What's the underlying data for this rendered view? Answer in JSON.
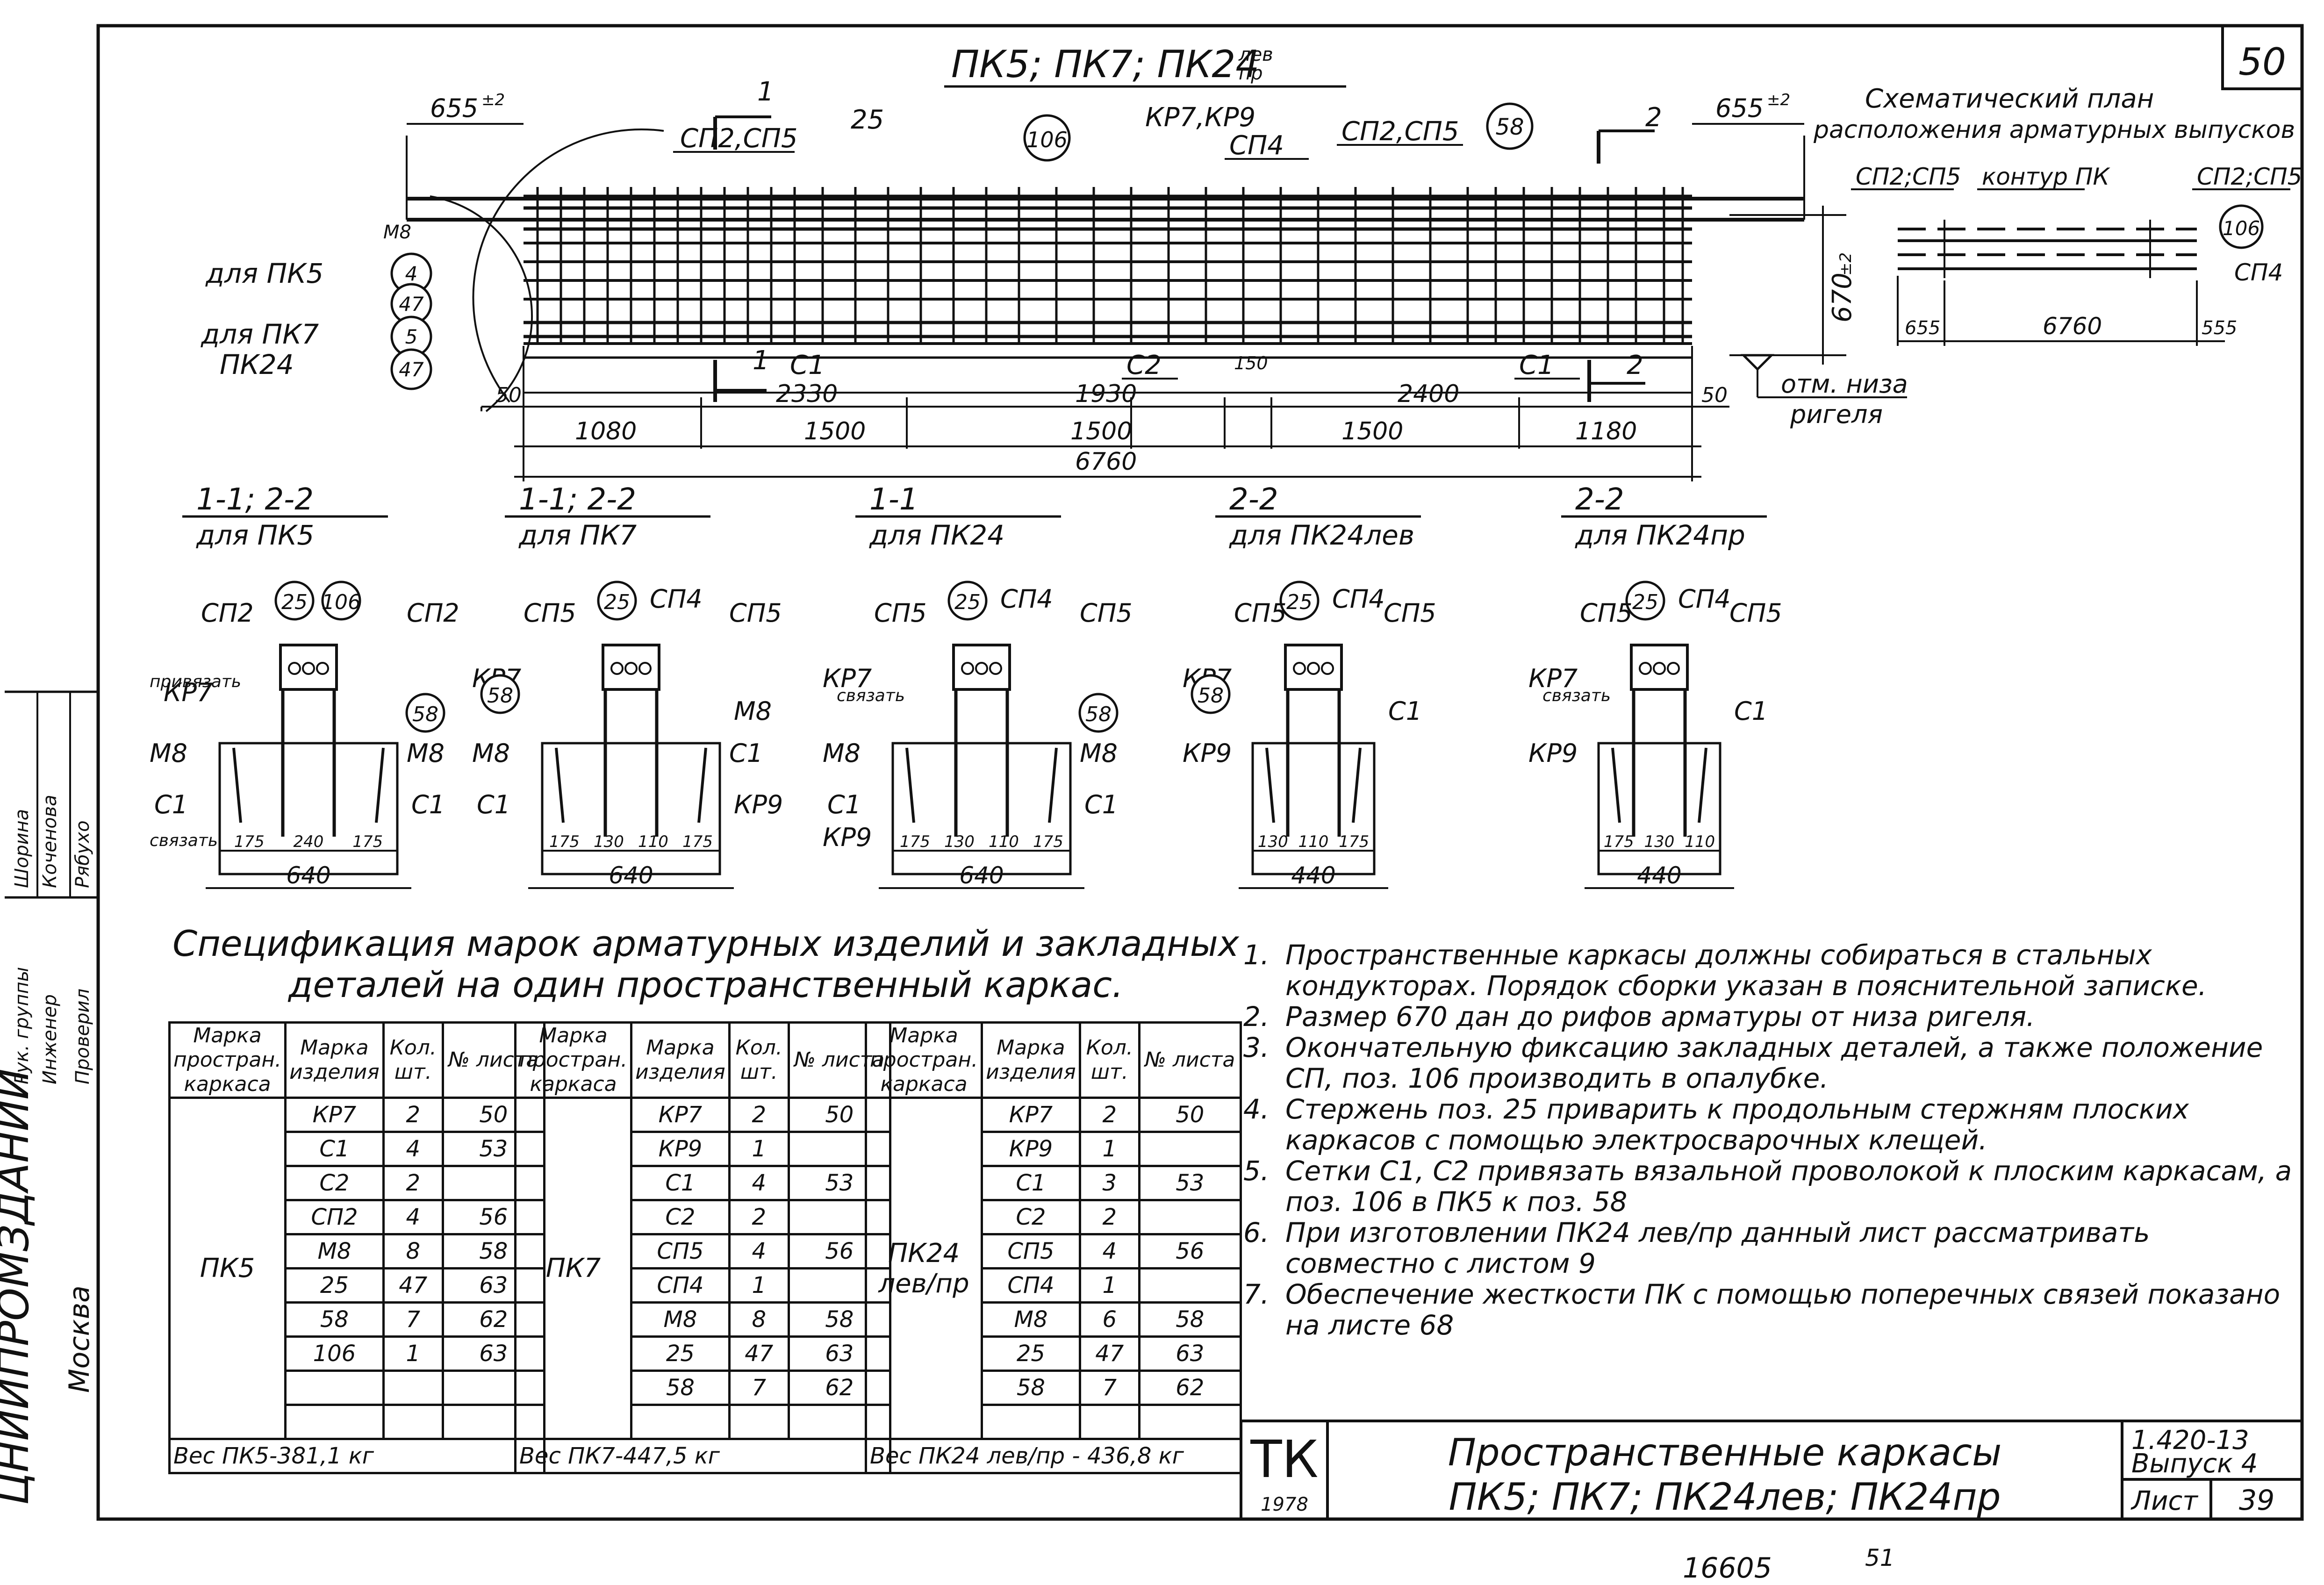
{
  "sheet": {
    "page_number": "50",
    "main_title": "ПК5; ПК7; ПК24",
    "main_title_sup": "лев",
    "main_title_sub": "пр",
    "plan_title_1": "Схематический план",
    "plan_title_2": "расположения арматурных выпусков",
    "stamp_bottom": "16605",
    "stamp_bottom_2": "51"
  },
  "elevation": {
    "labels": {
      "end_left": "655",
      "end_right": "655",
      "tol": "±2",
      "cut1": "1",
      "cut2": "2",
      "sp25_left": "СП2,СП5",
      "sp25_right": "СП2,СП5",
      "pos25": "25",
      "pos106": "106",
      "pos58": "58",
      "kr79": "КР7,КР9",
      "sp4": "СП4",
      "m8": "М8",
      "for_pk5": "для ПК5",
      "for_pk7": "для ПК7",
      "for_pk24": "ПК24",
      "c4": "4",
      "c47a": "47",
      "c5": "5",
      "c47b": "47",
      "c1_left": "С1",
      "c2": "С2",
      "c1_right": "С1",
      "height": "670",
      "bottom_mark_1": "отм. низа",
      "bottom_mark_2": "ригеля"
    },
    "dims_upper": [
      "50",
      "2330",
      "1930",
      "150",
      "2400",
      "50"
    ],
    "dims_lower": [
      "1080",
      "1500",
      "1500",
      "1500",
      "1180"
    ],
    "dim_total": "6760"
  },
  "plan": {
    "sp25_left": "СП2;СП5",
    "contour": "контур ПК",
    "sp25_right": "СП2;СП5",
    "pos106": "106",
    "sp4": "СП4",
    "d_left": "655",
    "d_mid": "6760",
    "d_right": "555"
  },
  "sections": [
    {
      "title": "1-1; 2-2",
      "sub": "для ПК5",
      "marks": [
        "25",
        "106",
        "СП2",
        "СП2",
        "привязать",
        "КР7",
        "58",
        "М8",
        "М8",
        "С1",
        "С1",
        "связать"
      ],
      "dims": [
        "175",
        "240",
        "175"
      ],
      "total": "640"
    },
    {
      "title": "1-1; 2-2",
      "sub": "для ПК7",
      "marks": [
        "25",
        "СП4",
        "СП5",
        "СП5",
        "КР7",
        "58",
        "М8",
        "М8",
        "С1",
        "С1",
        "КР9"
      ],
      "dims": [
        "175",
        "130",
        "110",
        "175"
      ],
      "total": "640"
    },
    {
      "title": "1-1",
      "sub": "для ПК24",
      "marks": [
        "25",
        "СП4",
        "СП5",
        "СП5",
        "КР7",
        "связать",
        "58",
        "М8",
        "М8",
        "С1",
        "С1",
        "КР9"
      ],
      "dims": [
        "175",
        "130",
        "110",
        "175"
      ],
      "total": "640"
    },
    {
      "title": "2-2",
      "sub": "для ПК24лев",
      "marks": [
        "25",
        "СП4",
        "СП5",
        "СП5",
        "КР7",
        "58",
        "С1",
        "КР9"
      ],
      "dims": [
        "130",
        "110",
        "175"
      ],
      "total": "440"
    },
    {
      "title": "2-2",
      "sub": "для ПК24пр",
      "marks": [
        "25",
        "СП4",
        "СП5",
        "СП5",
        "КР7",
        "связать",
        "С1",
        "КР9"
      ],
      "dims": [
        "175",
        "130",
        "110"
      ],
      "total": "440"
    }
  ],
  "spec": {
    "title_1": "Спецификация марок арматурных изделий и закладных",
    "title_2": "деталей на один пространственный каркас.",
    "headers": [
      "Марка простран. каркаса",
      "Марка изделия",
      "Кол. шт.",
      "№ листа"
    ],
    "tables": [
      {
        "frame": "ПК5",
        "rows": [
          [
            "КР7",
            "2",
            "50"
          ],
          [
            "С1",
            "4",
            "53"
          ],
          [
            "С2",
            "2",
            ""
          ],
          [
            "СП2",
            "4",
            "56"
          ],
          [
            "М8",
            "8",
            "58"
          ],
          [
            "25",
            "47",
            "63"
          ],
          [
            "58",
            "7",
            "62"
          ],
          [
            "106",
            "1",
            "63"
          ],
          [
            "",
            "",
            ""
          ],
          [
            "",
            "",
            ""
          ]
        ],
        "weight": "Вес ПК5-381,1 кг"
      },
      {
        "frame": "ПК7",
        "rows": [
          [
            "КР7",
            "2",
            "50"
          ],
          [
            "КР9",
            "1",
            ""
          ],
          [
            "С1",
            "4",
            "53"
          ],
          [
            "С2",
            "2",
            ""
          ],
          [
            "СП5",
            "4",
            "56"
          ],
          [
            "СП4",
            "1",
            ""
          ],
          [
            "М8",
            "8",
            "58"
          ],
          [
            "25",
            "47",
            "63"
          ],
          [
            "58",
            "7",
            "62"
          ],
          [
            "",
            "",
            ""
          ]
        ],
        "weight": "Вес ПК7-447,5 кг"
      },
      {
        "frame": "ПК24 лев/пр",
        "rows": [
          [
            "КР7",
            "2",
            "50"
          ],
          [
            "КР9",
            "1",
            ""
          ],
          [
            "С1",
            "3",
            "53"
          ],
          [
            "С2",
            "2",
            ""
          ],
          [
            "СП5",
            "4",
            "56"
          ],
          [
            "СП4",
            "1",
            ""
          ],
          [
            "М8",
            "6",
            "58"
          ],
          [
            "25",
            "47",
            "63"
          ],
          [
            "58",
            "7",
            "62"
          ],
          [
            "",
            "",
            ""
          ]
        ],
        "weight": "Вес ПК24 лев/пр - 436,8 кг"
      }
    ]
  },
  "notes": [
    {
      "n": "1.",
      "text": "Пространственные каркасы должны собираться в стальных кондукторах. Порядок сборки указан в пояснительной записке."
    },
    {
      "n": "2.",
      "text": "Размер 670 дан до рифов арматуры от низа ригеля."
    },
    {
      "n": "3.",
      "text": "Окончательную фиксацию закладных деталей, а также положение СП, поз. 106 производить в опалубке."
    },
    {
      "n": "4.",
      "text": "Стержень поз. 25 приварить к продольным стержням плоских каркасов с помощью электросварочных клещей."
    },
    {
      "n": "5.",
      "text": "Сетки С1, С2 привязать вязальной проволокой к плоским каркасам, а поз. 106 в ПК5 к поз. 58"
    },
    {
      "n": "6.",
      "text": "При изготовлении ПК24 лев/пр данный лист рассматривать совместно с листом 9"
    },
    {
      "n": "7.",
      "text": "Обеспечение жесткости ПК с помощью поперечных связей показано на листе 68"
    }
  ],
  "title_block": {
    "logo": "ТК",
    "year": "1978",
    "name_1": "Пространственные каркасы",
    "name_2": "ПК5; ПК7; ПК24лев; ПК24пр",
    "series": "1.420-13",
    "issue": "Выпуск 4",
    "sheet_label": "Лист",
    "sheet_no": "39"
  },
  "side_stamp": {
    "org": "ЦНИИПРОМЗДАНИЙ",
    "city": "Москва",
    "roles": [
      "Рук. группы",
      "Инженер",
      "Проверил"
    ],
    "names": [
      "Шорина",
      "Коченова",
      "Рябухо"
    ]
  }
}
